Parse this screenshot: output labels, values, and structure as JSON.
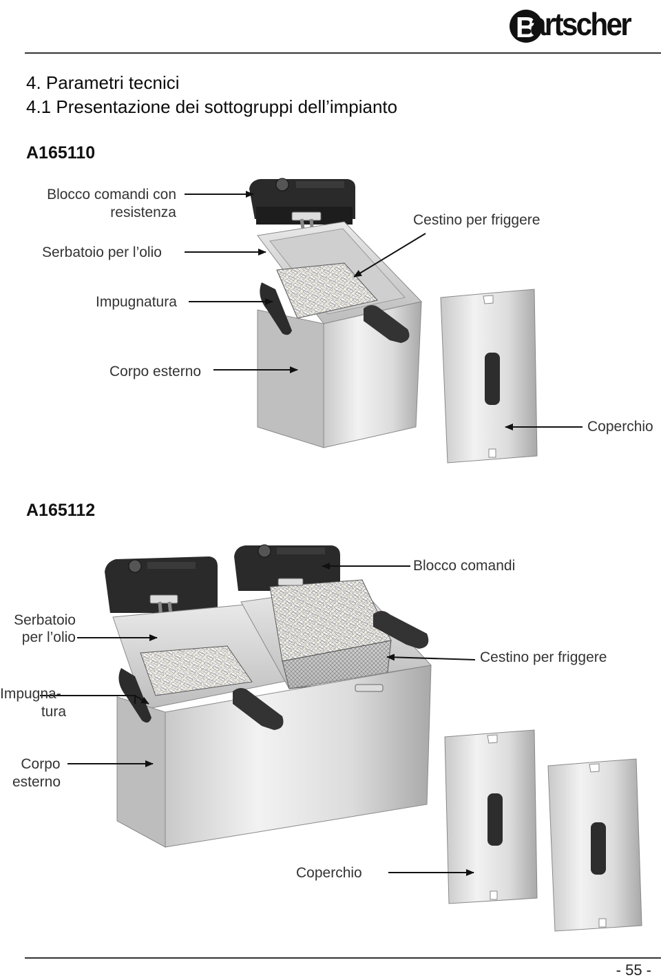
{
  "header": {
    "logo_text": "artscher",
    "logo_letter": "B",
    "section_title": "4. Parametri tecnici",
    "subsection_title": "4.1 Presentazione dei sottogruppi dell’impianto"
  },
  "models": [
    {
      "code": "A165110",
      "labels": {
        "control_block": [
          "Blocco comandi con",
          "resistenza"
        ],
        "basket": "Cestino per friggere",
        "oil_tank": "Serbatoio per l’olio",
        "handle": "Impugnatura",
        "housing": "Corpo esterno",
        "lid": "Coperchio"
      }
    },
    {
      "code": "A165112",
      "labels": {
        "control_block": "Blocco comandi",
        "oil_tank": [
          "Serbatoio",
          "per l’olio"
        ],
        "basket": "Cestino per friggere",
        "handle": [
          "Impugna-",
          "tura"
        ],
        "housing": [
          "Corpo",
          "esterno"
        ],
        "lid": "Coperchio"
      }
    }
  ],
  "footer": {
    "page_number": "- 55 -"
  }
}
